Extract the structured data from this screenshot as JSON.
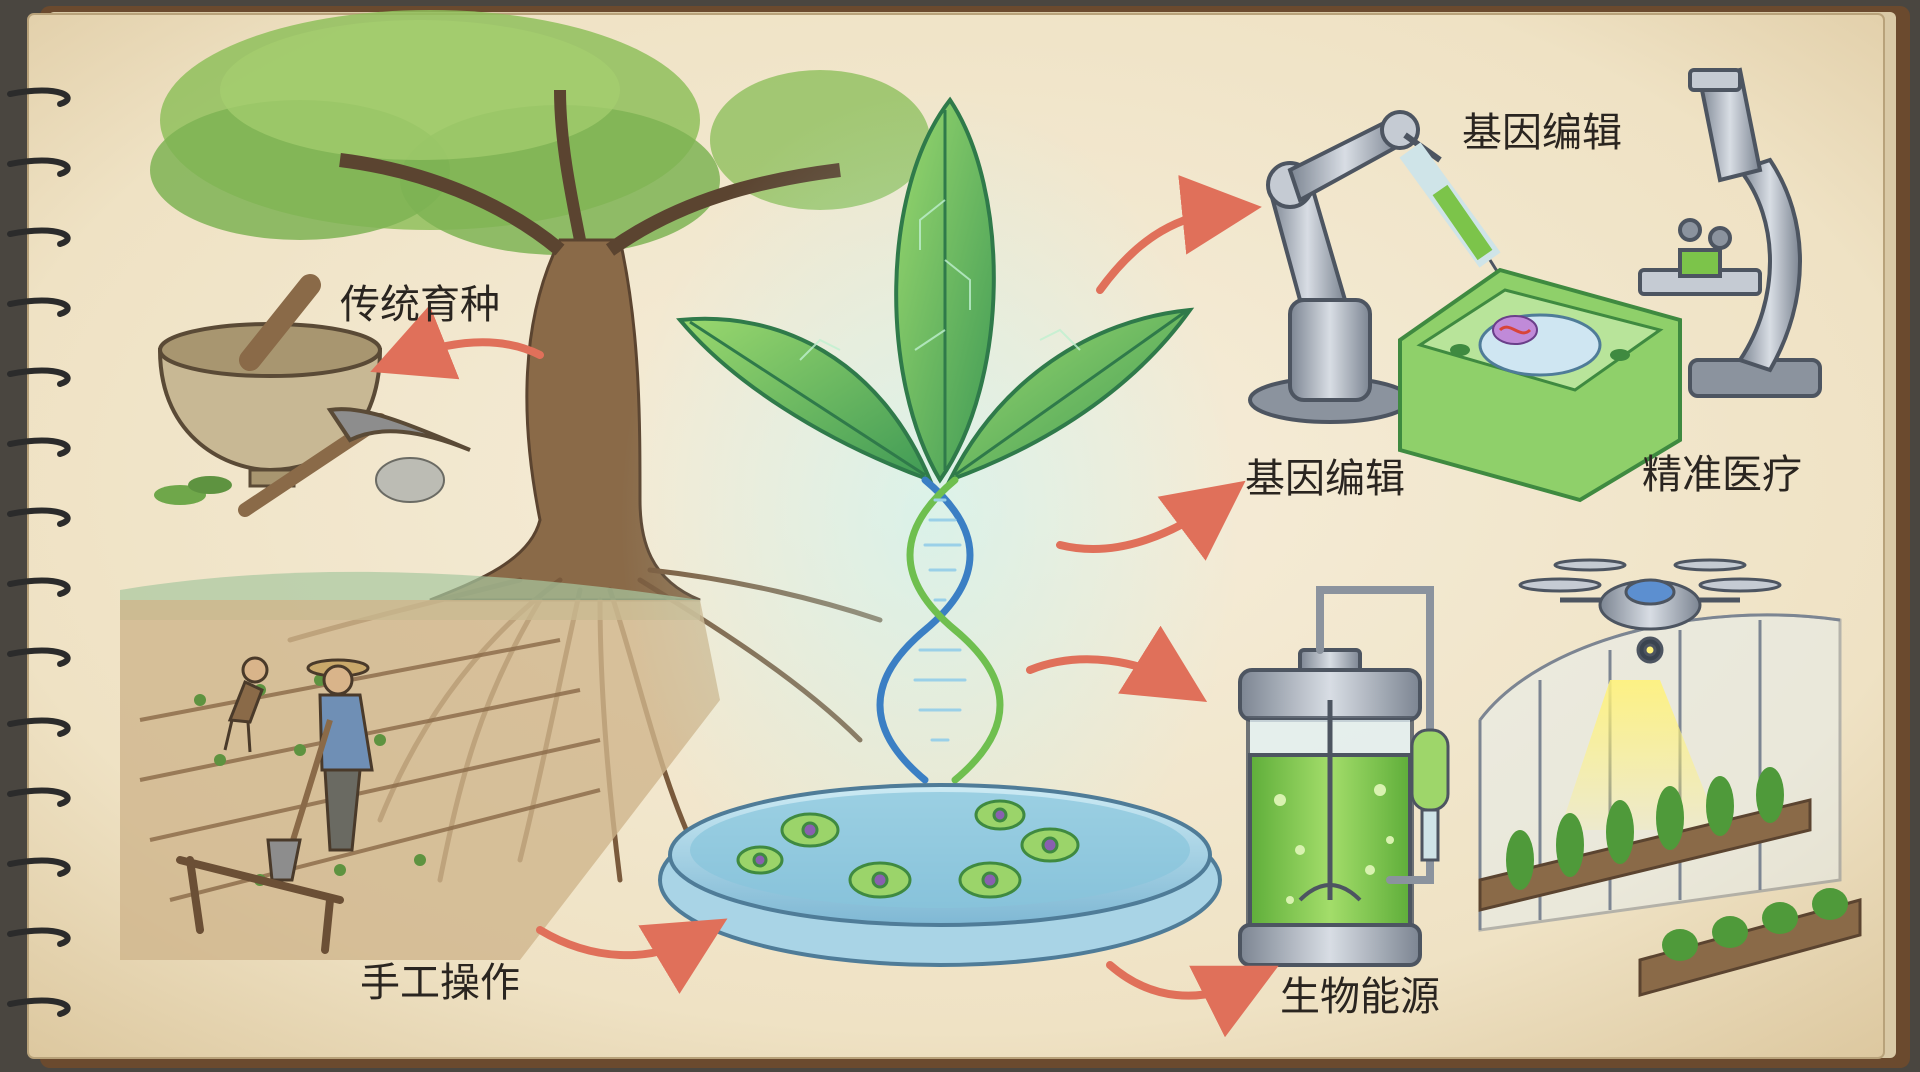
{
  "labels": {
    "traditional_breeding": "传统育种",
    "manual_operation": "手工操作",
    "gene_editing_top": "基因编辑",
    "gene_editing_mid": "基因编辑",
    "precision_medicine": "精准医疗",
    "bioenergy": "生物能源"
  },
  "colors": {
    "page": "#f1e6cc",
    "arrow": "#e0705a",
    "leaf_green": "#6fbf4f",
    "glow": "#8ee8ee",
    "trunk": "#8a6a48",
    "steel": "#9aa2ae",
    "liquid": "#7cc44a"
  }
}
